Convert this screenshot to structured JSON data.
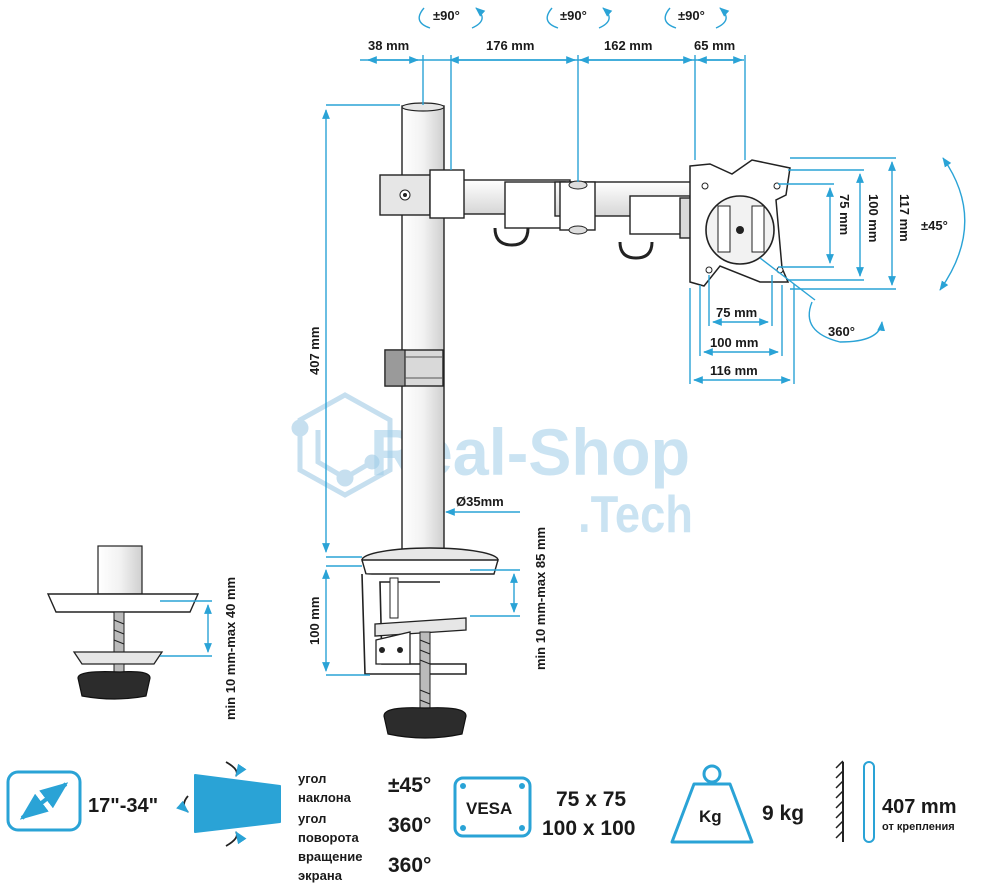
{
  "watermark": {
    "line1": "Real-Shop",
    "line2": ".Tech"
  },
  "rotation_labels": {
    "arm_joint_1": "±90°",
    "arm_joint_2": "±90°",
    "arm_joint_3": "±90°",
    "tilt": "±45°",
    "rotation": "360°"
  },
  "dimensions": {
    "pole_offset": "38 mm",
    "arm_1": "176 mm",
    "arm_2": "162 mm",
    "head": "65 mm",
    "pole_height": "407 mm",
    "pole_diameter": "Ø35mm",
    "clamp_height": "100 mm",
    "clamp_range": "min 10 mm-max 85 mm",
    "grommet_range": "min 10 mm-max 40 mm",
    "vesa_h_75": "75 mm",
    "vesa_h_100": "100 mm",
    "plate_width": "116 mm",
    "vesa_v_75": "75 mm",
    "vesa_v_100": "100 mm",
    "plate_height": "117 mm"
  },
  "specs": {
    "screen_size": "17\"-34\"",
    "tilt_label": "угол наклона",
    "tilt_value": "±45°",
    "swivel_label": "угол поворота",
    "swivel_value": "360°",
    "rotation_label": "вращение экрана",
    "rotation_value": "360°",
    "vesa_badge": "VESA",
    "vesa_line1": "75 x 75",
    "vesa_line2": "100 x 100",
    "weight_badge": "Kg",
    "weight_value": "9 kg",
    "height_value": "407 mm",
    "height_note": "от крепления"
  },
  "colors": {
    "accent": "#2aa3d6",
    "ink": "#1a1a1a",
    "watermark": "#9fcde8"
  }
}
